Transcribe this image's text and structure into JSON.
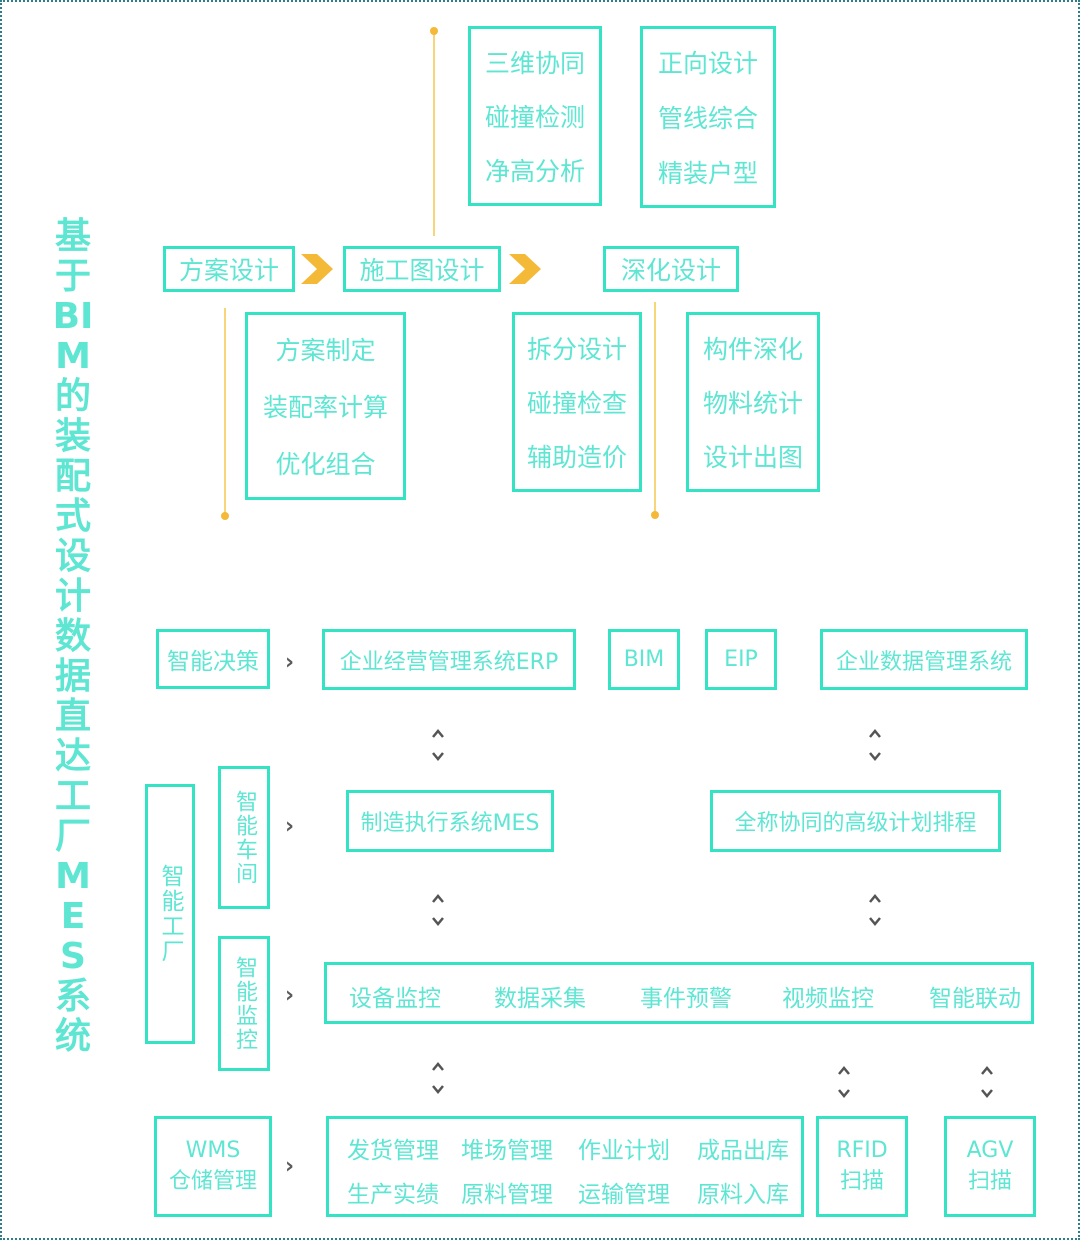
{
  "title": "基于BIM的装配式设计数据直达工厂MES系统",
  "design": {
    "stages": [
      "方案设计",
      "施工图设计",
      "深化设计"
    ],
    "top_left": [
      "三维协同",
      "碰撞检测",
      "净高分析"
    ],
    "top_right": [
      "正向设计",
      "管线综合",
      "精装户型"
    ],
    "bottom_scheme": [
      "方案制定",
      "装配率计算",
      "优化组合"
    ],
    "bottom_split": [
      "拆分设计",
      "碰撞检查",
      "辅助造价"
    ],
    "bottom_component": [
      "构件深化",
      "物料统计",
      "设计出图"
    ]
  },
  "factory": {
    "decision_label": "智能决策",
    "systems": [
      "企业经营管理系统ERP",
      "BIM",
      "EIP",
      "企业数据管理系统"
    ],
    "smart_factory_label": "智能工厂",
    "workshop_label": "智能车间",
    "mes_label": "制造执行系统MES",
    "aps_label": "全称协同的高级计划排程",
    "monitor_label": "智能监控",
    "monitor_items": [
      "设备监控",
      "数据采集",
      "事件预警",
      "视频监控",
      "智能联动"
    ],
    "wms_line1": "WMS",
    "wms_line2": "仓储管理",
    "wms_items_row1": [
      "发货管理",
      "堆场管理",
      "作业计划",
      "成品出库"
    ],
    "wms_items_row2": [
      "生产实绩",
      "原料管理",
      "运输管理",
      "原料入库"
    ],
    "rfid_line1": "RFID",
    "rfid_line2": "扫描",
    "agv_line1": "AGV",
    "agv_line2": "扫描"
  },
  "icons": {
    "stage_arrow": "chevron-right-icon",
    "flow_arrow": "chevron-right-icon",
    "bidirectional": "double-chevron-vertical-icon"
  },
  "colors": {
    "accent": "#33e3c3",
    "text": "#5ee6d3",
    "connector": "#f7d67a",
    "chevron": "#f5b938",
    "frame": "#2f7d86"
  }
}
